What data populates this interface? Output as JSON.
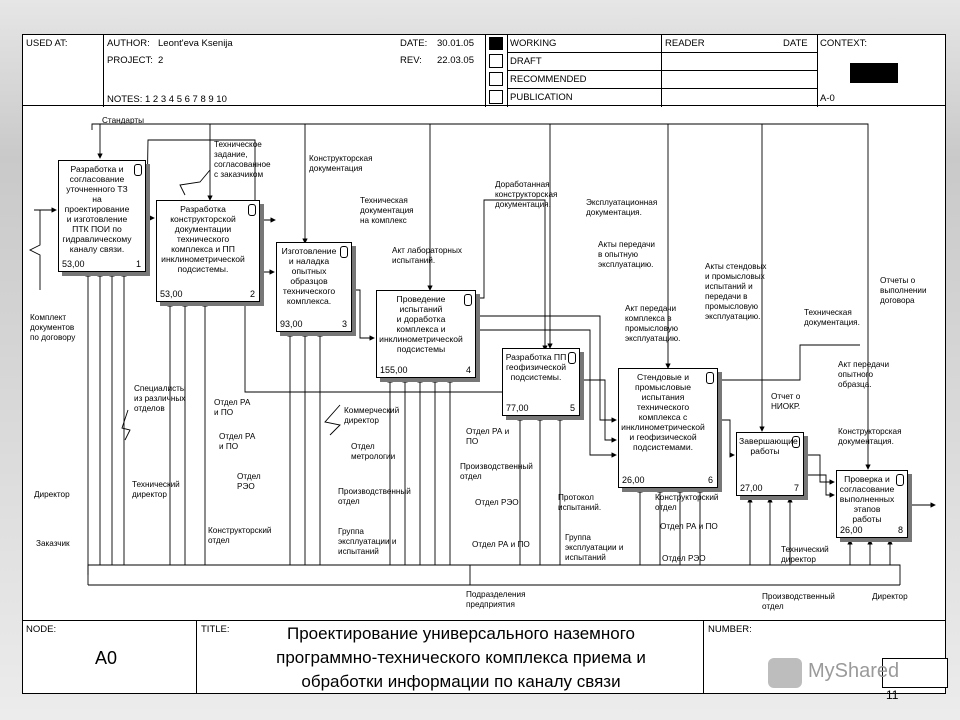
{
  "header": {
    "used_at": "USED AT:",
    "author_label": "AUTHOR:",
    "author": "Leont'eva Ksenija",
    "project_label": "PROJECT:",
    "project": "2",
    "date_label": "DATE:",
    "date": "30.01.05",
    "rev_label": "REV:",
    "rev": "22.03.05",
    "notes": "NOTES:  1  2  3  4  5  6  7  8  9  10",
    "status": [
      "WORKING",
      "DRAFT",
      "RECOMMENDED",
      "PUBLICATION"
    ],
    "reader": "READER",
    "reader_date": "DATE",
    "context": "CONTEXT:",
    "context_node": "A-0"
  },
  "boxes": [
    {
      "label": "Разработка и\nсогласование\nуточненного ТЗ на\nпроектирование\nи изготовление\nПТК ПОИ по\nгидравлическому\nканалу связи.",
      "cost": "53,00",
      "num": "1"
    },
    {
      "label": "Разработка\nконструкторской\nдокументации\nтехнического\nкомплекса и ПП\nинклинометрической\nподсистемы.",
      "cost": "53,00",
      "num": "2"
    },
    {
      "label": "Изготовление\nи наладка\nопытных\nобразцов\nтехнического\nкомплекса.",
      "cost": "93,00",
      "num": "3"
    },
    {
      "label": "Проведение\nиспытаний\nи доработка\nкомплекса и\nинклинометрической\nподсистемы",
      "cost": "155,00",
      "num": "4"
    },
    {
      "label": "Разработка ПП\nгеофизической\nподсистемы.",
      "cost": "77,00",
      "num": "5"
    },
    {
      "label": "Стендовые и\nпромысловые\nиспытания\nтехнического\nкомплекса с\nинклинометрической\nи геофизической\nподсистемами.",
      "cost": "26,00",
      "num": "6"
    },
    {
      "label": "Завершающие\nработы",
      "cost": "27,00",
      "num": "7"
    },
    {
      "label": "Проверка и\nсогласование\nвыполненных\nэтапов работы",
      "cost": "26,00",
      "num": "8"
    }
  ],
  "arrows": [
    "Стандарты",
    "Техническое\nзадание,\nсогласованное\nс заказчиком",
    "Конструкторская\nдокументация",
    "Техническая\nдокументация\nна комплекс",
    "Доработанная\nконструкторская\nдокументация.",
    "Эксплуатационная\nдокументация.",
    "Акт лабораторных\nиспытаний.",
    "Акты передачи\nв опытную\nэксплуатацию.",
    "Акты стендовых\nи промысловых\nиспытаний и\nпередачи в\nпромысловую\nэксплуатацию.",
    "Отчеты о\nвыполнении\nдоговора",
    "Акт передачи\nкомплекса в\nпромысловую\nэксплуатацию.",
    "Техническая\nдокументация.",
    "Акт передачи\nопытного\nобразца.",
    "Отчет о\nНИОКР.",
    "Конструкторская\nдокументация.",
    "Комплект\nдокументов\nпо договору",
    "Специалисты\nиз различных\nотделов",
    "Отдел РА\nи ПО",
    "Отдел РА\nи ПО",
    "Коммерческий\nдиректор",
    "Отдел\nметрологии",
    "Отдел\nРЭО",
    "Технический\nдиректор",
    "Директор",
    "Производственный\nотдел",
    "Конструкторский\nотдел",
    "Группа\nэксплуатации и\nиспытаний",
    "Заказчик",
    "Отдел РА и\nПО",
    "Производственный\nотдел",
    "Отдел РЭО",
    "Отдел РА и ПО",
    "Протокол\nиспытаний.",
    "Группа\nэксплуатации и\nиспытаний",
    "Конструкторский\nотдел",
    "Отдел РА и ПО",
    "Отдел РЭО",
    "Технический\nдиректор",
    "Подразделения\nпредприятия",
    "Производственный\nотдел",
    "Директор"
  ],
  "footer": {
    "node_label": "NODE:",
    "node": "A0",
    "title_label": "TITLE:",
    "title": "Проектирование универсального  наземного\nпрограммно-технического комплекса приема и\nобработки  информации по каналу связи",
    "number_label": "NUMBER:"
  },
  "watermark": "MyShared",
  "page_number": "11"
}
